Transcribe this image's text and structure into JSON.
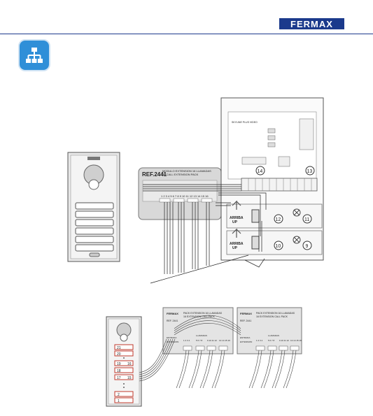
{
  "header": {
    "brand": "FERMAX",
    "brand_color": "#1b3a8c",
    "badge_icon": "network-hierarchy-icon",
    "badge_color": "#2f8fd8"
  },
  "top": {
    "module_ref": "REF.2441",
    "module_title_1": "MODULO EXTENSION 16 LLAMADAS",
    "module_title_2": "16 CALL EXTENSION PACK",
    "module_pins": "1 2 3 4   5 6 7 8   9 10 11 12   13 14 15 16",
    "panel_title": "SKYLINE PLUS VIDEO",
    "callouts": [
      "14",
      "13",
      "12",
      "11",
      "10",
      "9"
    ],
    "arriba_up_1": "ARRIBA",
    "up_1": "UP",
    "arriba_up_2": "ARRIBA",
    "up_2": "UP"
  },
  "bottom": {
    "pack_left_brand": "FERMAX",
    "pack_left_title_1": "PACK EXTENSION 16 LLAMADAS",
    "pack_left_title_2": "16 EXTENSION CALL PACK",
    "pack_left_ref": "REF. 2441",
    "pack_right_brand": "FERMAX",
    "pack_right_title_1": "PACK EXTENSION 16 LLAMADAS",
    "pack_right_title_2": "16 EXTENSION CALL PACK",
    "pack_right_ref": "REF. 2441",
    "llamadas": "LLAMADAS",
    "groups": [
      "1 2 3 4",
      "5 6 7 8",
      "9 10 11 12",
      "13 14 15 16"
    ],
    "entrada": "ENTRADA",
    "extension": "EXTENSION",
    "panel_numbers": [
      "21",
      "20",
      "19",
      "18",
      "17",
      "16",
      "15",
      "2",
      "1"
    ]
  }
}
